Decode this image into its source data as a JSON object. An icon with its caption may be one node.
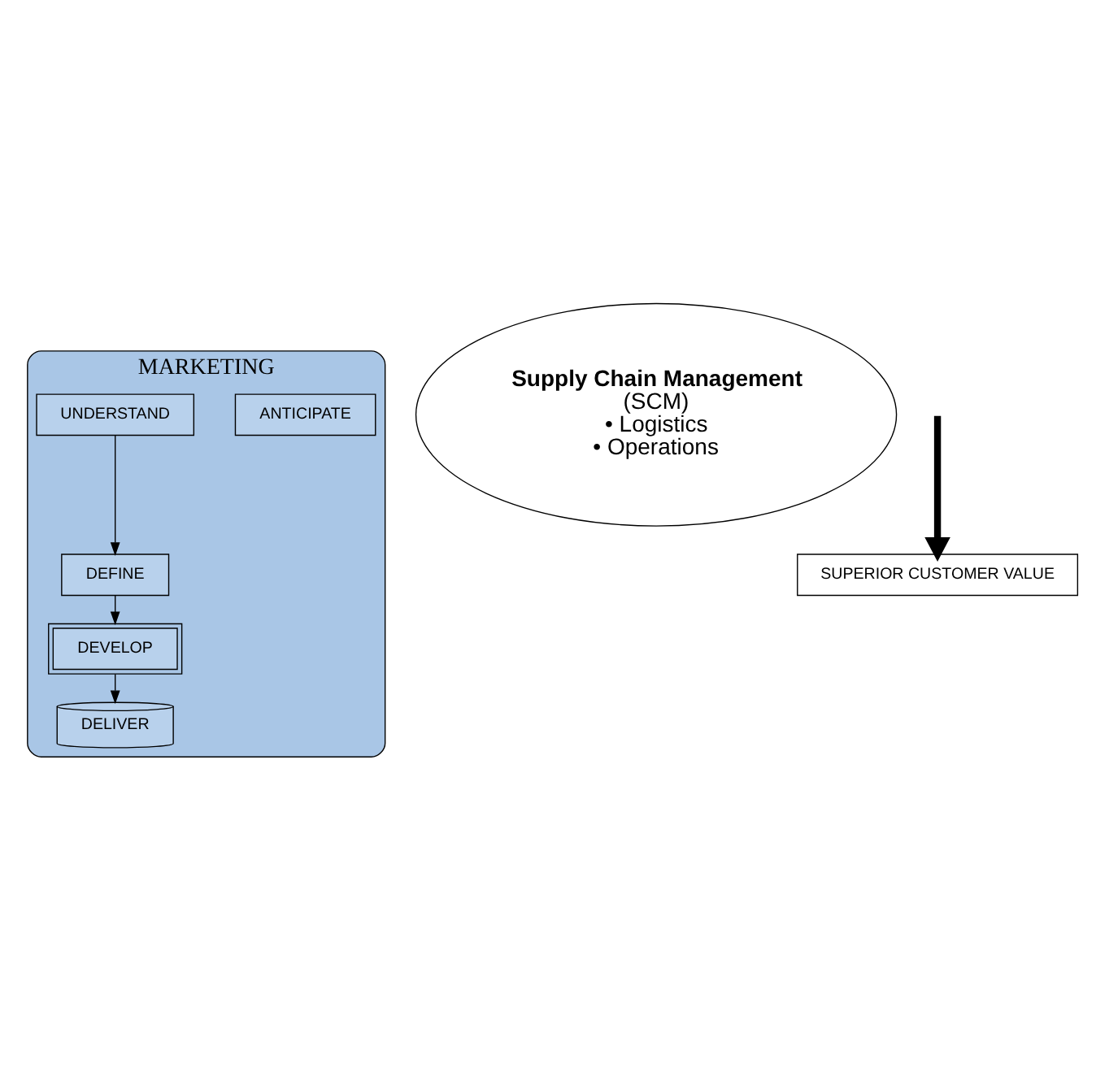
{
  "diagram": {
    "nodes": [
      {
        "text": [
          "MARKETING"
        ]
      },
      {
        "text": [
          "ANTICIPATE"
        ],
        "in": 0
      },
      {
        "text": [
          "UNDERSTAND"
        ],
        "in": 0
      },
      {
        "text": [
          "DEFINE"
        ],
        "in": 0
      },
      {
        "text": [
          "DEVELOP"
        ],
        "in": 0
      },
      {
        "text": [
          "DELIVER"
        ],
        "in": 0
      },
      {
        "text": [
          "Supply Chain Management",
          "(SCM)",
          "• Logistics",
          "• Operations"
        ]
      },
      {
        "text": [
          "SUPERIOR CUSTOMER VALUE"
        ]
      }
    ],
    "edges": [
      {
        "from": 2,
        "to": 3,
        "arrow": "to"
      },
      {
        "from": 3,
        "to": 4,
        "arrow": "to"
      },
      {
        "from": 4,
        "to": 5,
        "arrow": "to"
      },
      {
        "from": null,
        "to": 7,
        "arrow": "to",
        "style": "thick"
      }
    ]
  }
}
